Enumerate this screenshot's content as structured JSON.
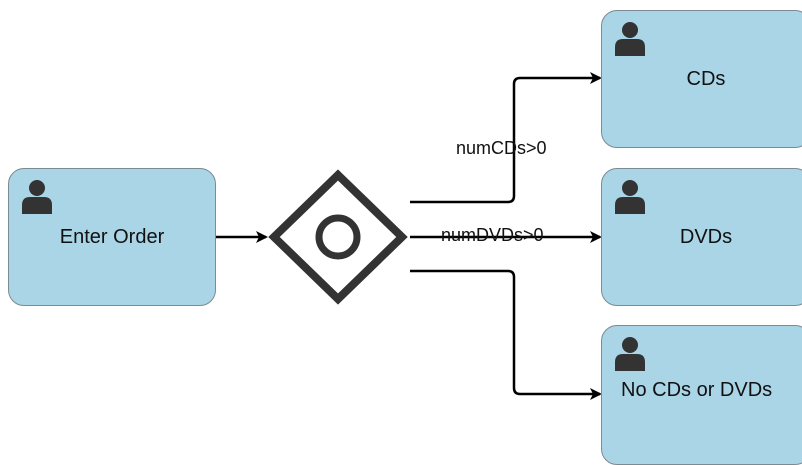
{
  "colors": {
    "task_fill": "#a9d5e6",
    "task_border": "#7c8a91",
    "stroke": "#000000",
    "gateway_stroke": "#333333",
    "icon": "#333333"
  },
  "tasks": {
    "enter_order": {
      "label": "Enter Order",
      "icon": "user-icon"
    },
    "cds": {
      "label": "CDs",
      "icon": "user-icon"
    },
    "dvds": {
      "label": "DVDs",
      "icon": "user-icon"
    },
    "none": {
      "label": "No CDs or DVDs",
      "icon": "user-icon"
    }
  },
  "gateway": {
    "type": "inclusive",
    "icon": "inclusive-gateway-icon"
  },
  "edges": {
    "to_cds": {
      "label": "numCDs>0"
    },
    "to_dvds": {
      "label": "numDVDs>0"
    }
  }
}
